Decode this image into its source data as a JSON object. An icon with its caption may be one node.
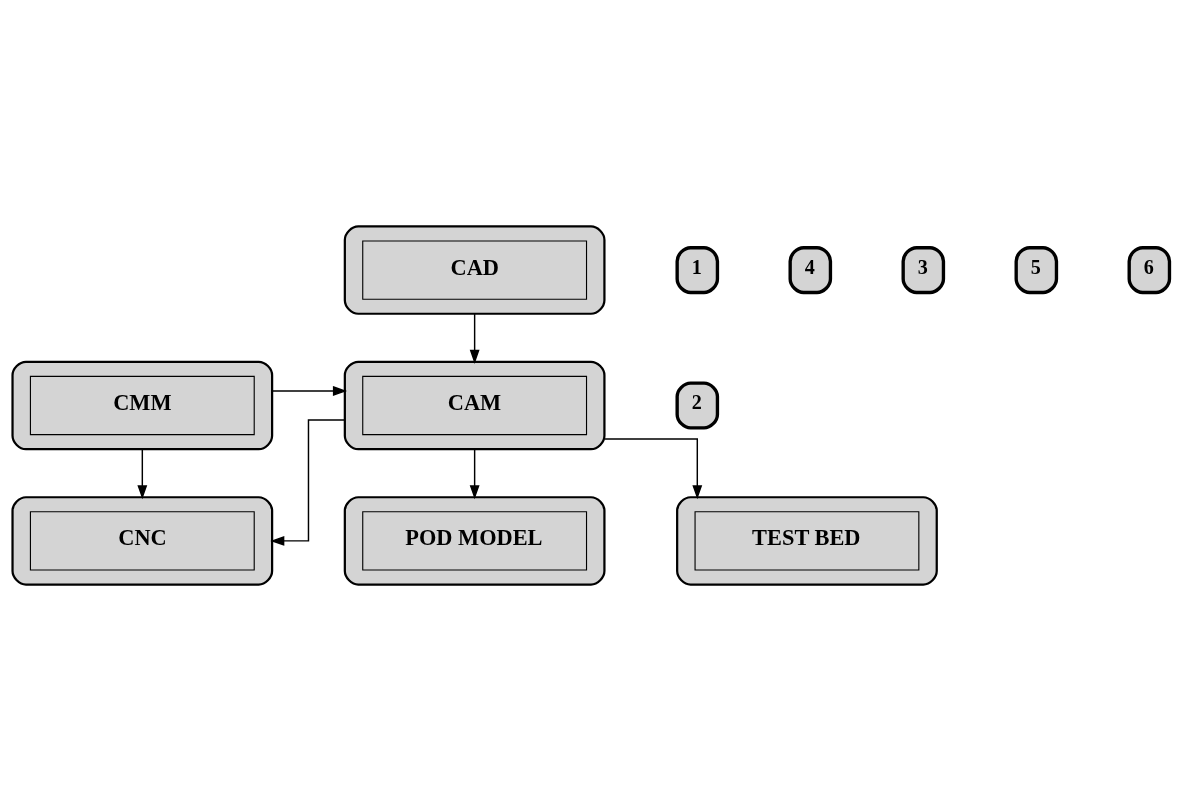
{
  "diagram": {
    "nodes": [
      {
        "text": [
          "CAD"
        ]
      },
      {
        "text": [
          "1"
        ]
      },
      {
        "text": [
          "4"
        ]
      },
      {
        "text": [
          "2"
        ]
      },
      {
        "text": [
          "CMM"
        ]
      },
      {
        "text": [
          "CAM"
        ]
      },
      {
        "text": [
          "3"
        ]
      },
      {
        "text": [
          "5"
        ]
      },
      {
        "text": [
          "6"
        ]
      },
      {
        "text": [
          "CNC"
        ]
      },
      {
        "text": [
          "POD MODEL"
        ]
      },
      {
        "text": [
          "TEST BED"
        ]
      }
    ],
    "edges": [
      {
        "from": 0,
        "to": 5,
        "arrow": "to"
      },
      {
        "from": 4,
        "to": 5,
        "arrow": "to"
      },
      {
        "from": 4,
        "to": 9,
        "arrow": "to"
      },
      {
        "from": 5,
        "to": 9,
        "arrow": "to"
      },
      {
        "from": 5,
        "to": 10,
        "arrow": "to"
      },
      {
        "from": 5,
        "to": 11,
        "arrow": "to"
      }
    ]
  }
}
